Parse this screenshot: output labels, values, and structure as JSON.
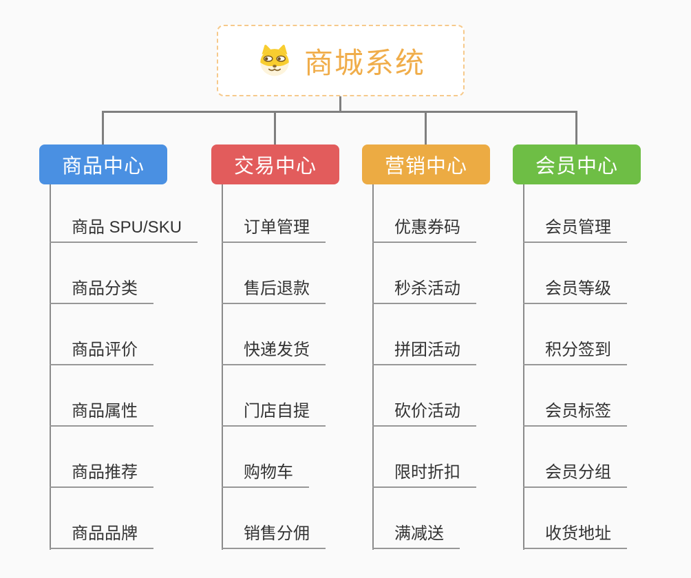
{
  "root": {
    "title": "商城系统",
    "icon": "dog-icon",
    "accent_color": "#f0ad4a",
    "border_color": "#f6c98b"
  },
  "branches": [
    {
      "label": "商品中心",
      "color": "#4a90e2",
      "items": [
        "商品 SPU/SKU",
        "商品分类",
        "商品评价",
        "商品属性",
        "商品推荐",
        "商品品牌"
      ]
    },
    {
      "label": "交易中心",
      "color": "#e25c5c",
      "items": [
        "订单管理",
        "售后退款",
        "快递发货",
        "门店自提",
        "购物车",
        "销售分佣"
      ]
    },
    {
      "label": "营销中心",
      "color": "#ecab43",
      "items": [
        "优惠券码",
        "秒杀活动",
        "拼团活动",
        "砍价活动",
        "限时折扣",
        "满减送"
      ]
    },
    {
      "label": "会员中心",
      "color": "#6ebe45",
      "items": [
        "会员管理",
        "会员等级",
        "积分签到",
        "会员标签",
        "会员分组",
        "收货地址"
      ]
    }
  ],
  "colors": {
    "connector_gray": "#7f7f7f",
    "trunk_gray": "#8a8a8a",
    "underline_gray": "#979797",
    "leaf_text": "#333333",
    "canvas_background": "#fafafa"
  }
}
